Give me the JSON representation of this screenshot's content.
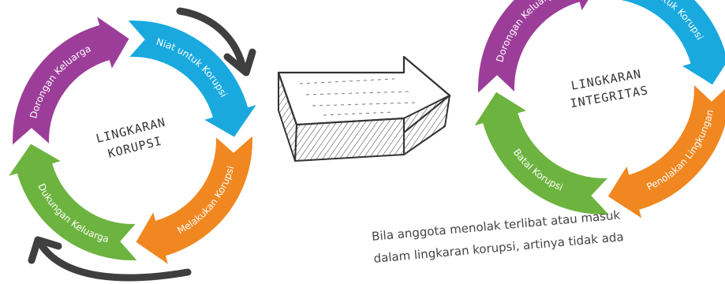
{
  "colors": {
    "purple": "#9c3e99",
    "blue": "#19a9df",
    "orange": "#f08720",
    "green": "#6db33f",
    "ink": "#444444"
  },
  "left_cycle": {
    "center_line1": "LINGKARAN",
    "center_line2": "KORUPSI",
    "segments": [
      {
        "label": "Dorongan Keluarga"
      },
      {
        "label": "Niat untuk Korupsi"
      },
      {
        "label": "Melakukan Korupsi"
      },
      {
        "label": "Dukungan Keluarga"
      }
    ]
  },
  "right_cycle": {
    "center_line1": "LINGKARAN",
    "center_line2": "INTEGRITAS",
    "segments": [
      {
        "label": "Dorongan Keluarga"
      },
      {
        "label": "Niat untuk Korupsi"
      },
      {
        "label": "Penolakan Lingkungan"
      },
      {
        "label": "Batal Korupsi"
      }
    ]
  },
  "caption": {
    "line1": "Bila anggota menolak terlibat atau masuk",
    "line2": "dalam lingkaran korupsi, artinya tidak ada"
  }
}
